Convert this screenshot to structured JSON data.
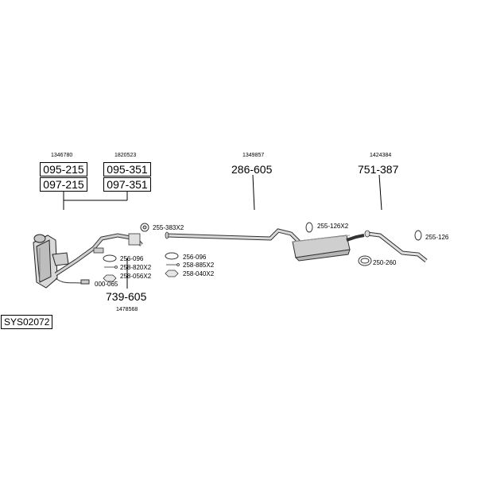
{
  "system_code": "SYS02072",
  "groups": {
    "g1346780": {
      "ref": "1346780",
      "codes": [
        "095-215",
        "097-215"
      ]
    },
    "g1820523": {
      "ref": "1820523",
      "codes": [
        "095-351",
        "097-351"
      ]
    },
    "g1349857": {
      "ref": "1349857",
      "code": "286-605"
    },
    "g1424384": {
      "ref": "1424384",
      "code": "751-387"
    },
    "g1478568": {
      "ref": "1478568",
      "code": "739-605"
    }
  },
  "parts": {
    "p255_383": "255-383X2",
    "p256_096a": "256-096",
    "p258_820": "258-820X2",
    "p258_056": "258-056X2",
    "p000_065": "000-065",
    "p256_096b": "256-096",
    "p258_885": "258-885X2",
    "p258_040": "258-040X2",
    "p255_126x2": "255-126X2",
    "p250_260": "250-260",
    "p255_126": "255-126"
  }
}
